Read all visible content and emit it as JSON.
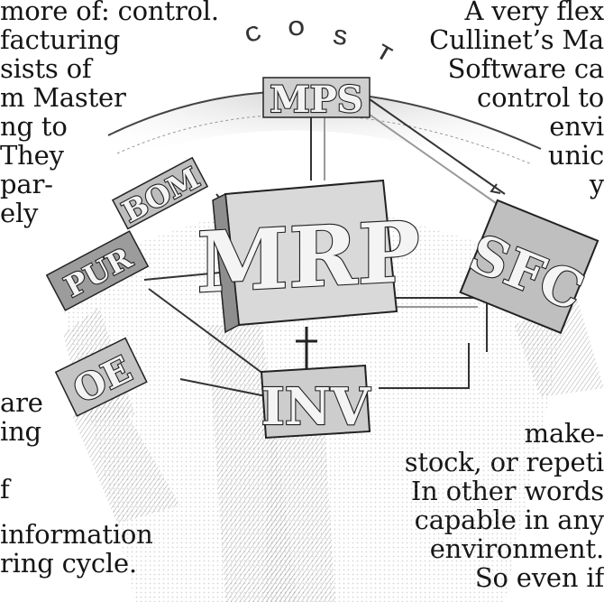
{
  "left_column": [
    "more of: control.",
    "facturing",
    "sists of",
    "m Master",
    "ng to",
    "They",
    "par-",
    "ely",
    "are",
    "ing",
    "f",
    "information",
    "ring cycle."
  ],
  "right_column": [
    "A very flex",
    "Cullinet’s Ma",
    "Software ca",
    "control to",
    "envi",
    "unic",
    "y",
    "make-",
    "stock, or repeti",
    "In other words",
    "capable in any",
    "environment.",
    "So even if"
  ],
  "illustration": {
    "arc_letters": [
      "C",
      "O",
      "S",
      "T"
    ],
    "modules": {
      "mps": "MPS",
      "bom": "BOM",
      "pur": "PUR",
      "oe": "OE",
      "mrp": "MRP",
      "inv": "INV",
      "sfc": "SFC"
    },
    "colors": {
      "ink": "#151515",
      "shade": "#8a8a8a",
      "paper": "#ffffff"
    }
  }
}
